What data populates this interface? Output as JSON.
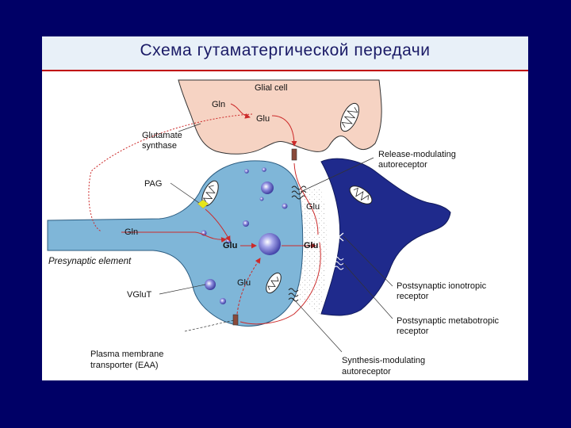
{
  "title": "Схема гутаматергической передачи",
  "labels": {
    "glial_cell": "Glial cell",
    "gln_glial": "Gln",
    "glu_glial": "Glu",
    "glutamate_synthase_1": "Glutamate",
    "glutamate_synthase_2": "synthase",
    "pag": "PAG",
    "gln_axon": "Gln",
    "glu_vesicle_left": "Glu",
    "glu_cleft_bold": "Glu",
    "glu_cleft_top": "Glu",
    "glu_lower": "Glu",
    "presynaptic": "Presynaptic element",
    "vglut": "VGluT",
    "release_mod_1": "Release-modulating",
    "release_mod_2": "autoreceptor",
    "post_iono_1": "Postsynaptic ionotropic",
    "post_iono_2": "receptor",
    "post_meta_1": "Postsynaptic metabotropic",
    "post_meta_2": "receptor",
    "plasma_1": "Plasma membrane",
    "plasma_2": "transporter (EAA)",
    "synth_mod_1": "Synthesis-modulating",
    "synth_mod_2": "autoreceptor"
  },
  "colors": {
    "background": "#000066",
    "presynaptic": "#7fb6d8",
    "postsynaptic": "#1f2a8c",
    "glial": "#f6d3c3",
    "arrow": "#cc2a2a",
    "vesicle": "#6f6fd0"
  }
}
